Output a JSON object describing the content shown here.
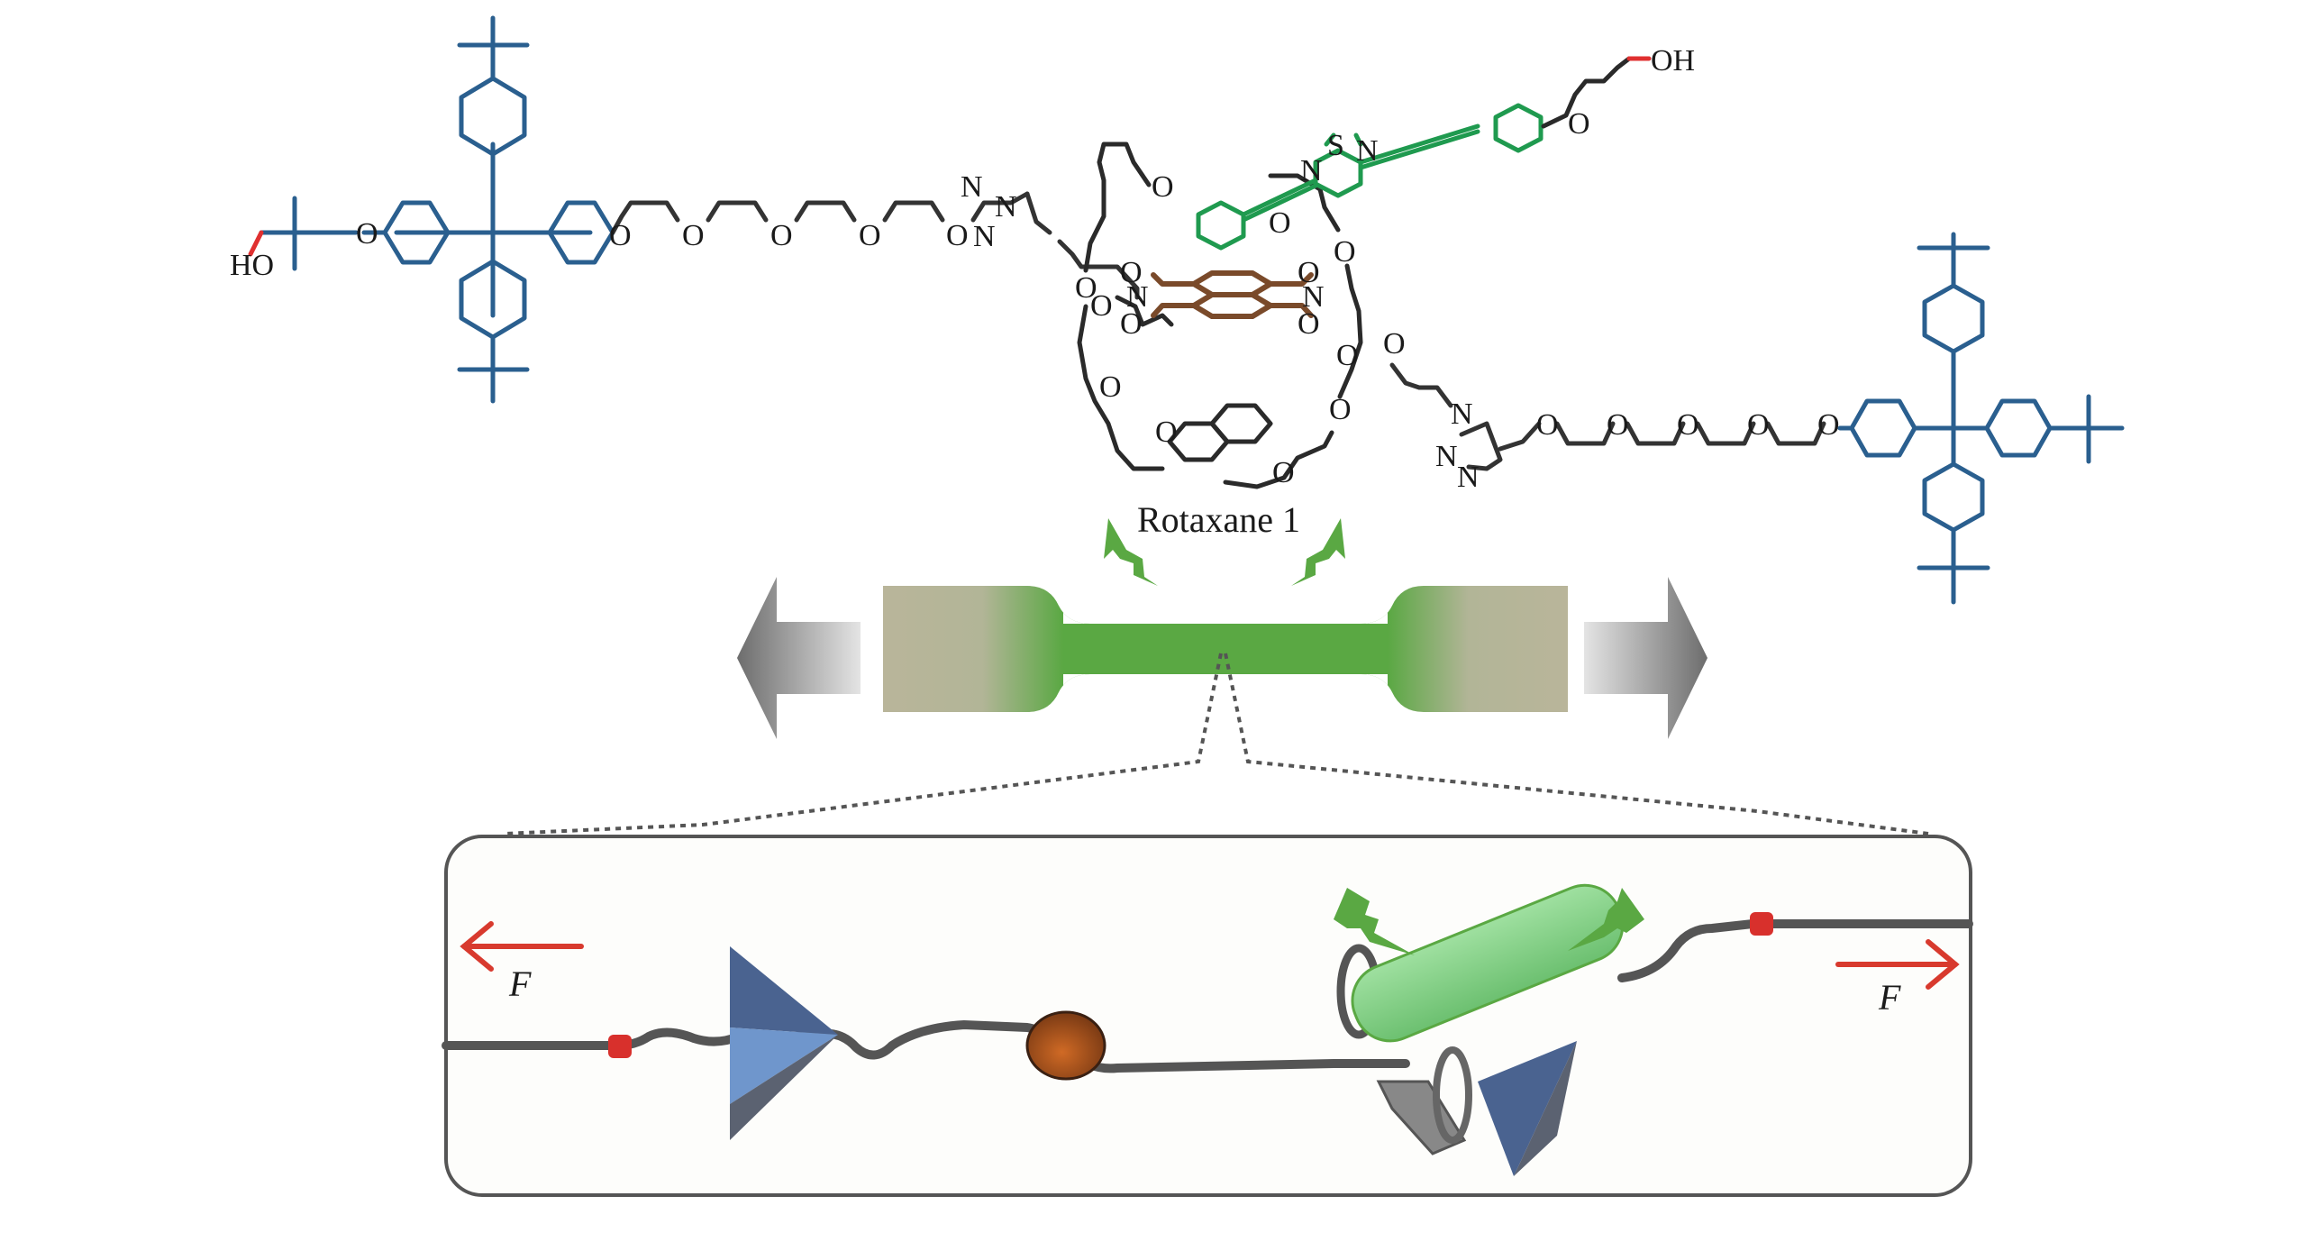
{
  "figure": {
    "compound_label": "Rotaxane 1",
    "force_label_left": "F",
    "force_label_right": "F",
    "atoms": {
      "hydroxyl_left": "HO",
      "hydroxyl_right": "OH",
      "oxygen": "O",
      "nitrogen": "N",
      "sulfur": "S"
    }
  },
  "colors": {
    "stopper_blue": "#2a5f8f",
    "fluorophore_green": "#1f9a4f",
    "acceptor_brown": "#7a4a2a",
    "chain_dark": "#333333",
    "hydroxyl_red": "#e03030",
    "force_arrow_red": "#d83a2e",
    "specimen_green": "#5aa843",
    "specimen_grip": "#b8b498",
    "emission_green": "#5aa843",
    "panel_border": "#555555"
  },
  "icons": {
    "left_pull_arrow": "arrow-left-icon",
    "right_pull_arrow": "arrow-right-icon",
    "emission": "lightning-icon"
  }
}
